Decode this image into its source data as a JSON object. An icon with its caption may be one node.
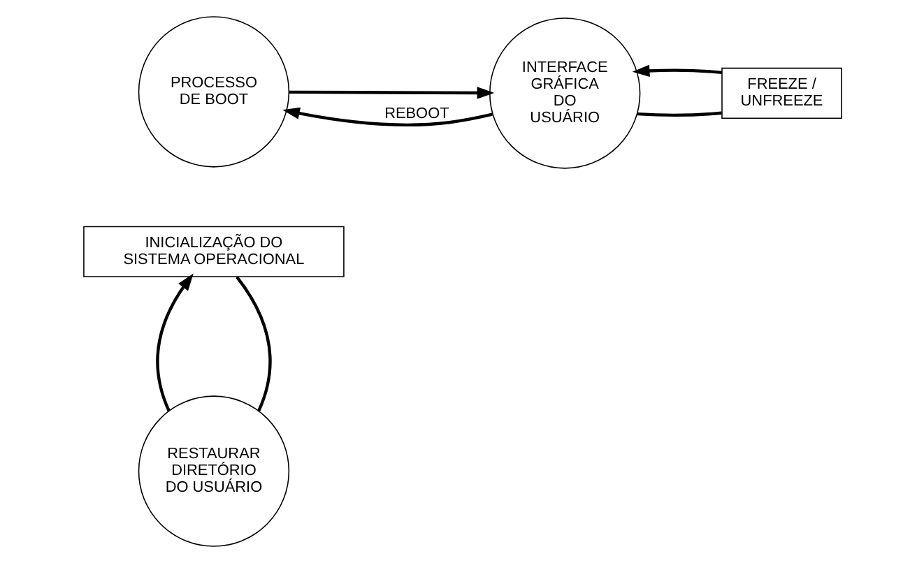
{
  "diagram": {
    "nodes": [
      {
        "text": [
          "RESTAURAR DIRETÓRIO DO USUÁRIO"
        ]
      },
      {
        "text": [
          "INICIALIZAÇÃO DO SISTEMA OPERACIONAL"
        ]
      },
      {
        "text": [
          "PROCESSO DE BOOT"
        ]
      },
      {
        "text": [
          "INTERFACE GRÁFICA DO USUÁRIO"
        ]
      },
      {
        "text": [
          "FREEZE / UNFREEZE"
        ]
      }
    ],
    "edges": [
      {
        "from": 1,
        "to": 0,
        "arrow": "none"
      },
      {
        "from": 0,
        "to": 1,
        "arrow": "to"
      },
      {
        "from": 2,
        "to": 3,
        "arrow": "to"
      },
      {
        "from": 3,
        "to": 4,
        "arrow": "none"
      },
      {
        "from": 4,
        "to": 3,
        "arrow": "to"
      },
      {
        "from": 3,
        "to": 2,
        "arrow": "to",
        "label": "REBOOT"
      }
    ]
  }
}
